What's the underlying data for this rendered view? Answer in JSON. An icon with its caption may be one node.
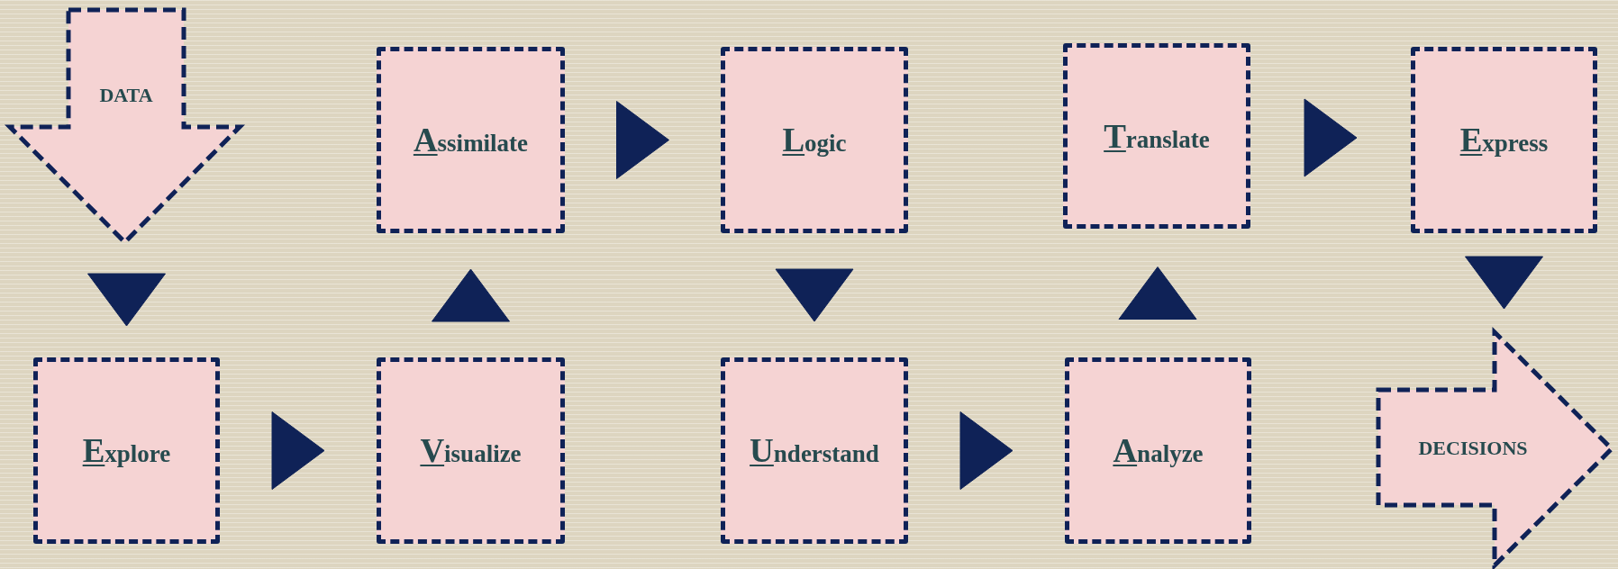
{
  "diagram": {
    "nodes": [
      {
        "text": [
          "DATA"
        ]
      },
      {
        "text": [
          "Explore"
        ]
      },
      {
        "text": [
          "Visualize"
        ]
      },
      {
        "text": [
          "Assimilate"
        ]
      },
      {
        "text": [
          "Logic"
        ]
      },
      {
        "text": [
          "Understand"
        ]
      },
      {
        "text": [
          "Analyze"
        ]
      },
      {
        "text": [
          "Translate"
        ]
      },
      {
        "text": [
          "Express"
        ]
      },
      {
        "text": [
          "DECISIONS"
        ]
      }
    ],
    "edges": [
      {
        "from": 0,
        "to": 1,
        "arrow": "to"
      },
      {
        "from": 1,
        "to": 2,
        "arrow": "to"
      },
      {
        "from": 2,
        "to": 3,
        "arrow": "to"
      },
      {
        "from": 3,
        "to": 4,
        "arrow": "to"
      },
      {
        "from": 4,
        "to": 5,
        "arrow": "to"
      },
      {
        "from": 5,
        "to": 6,
        "arrow": "to"
      },
      {
        "from": 6,
        "to": 7,
        "arrow": "to"
      },
      {
        "from": 7,
        "to": 8,
        "arrow": "to"
      },
      {
        "from": 8,
        "to": 9,
        "arrow": "to"
      }
    ]
  }
}
